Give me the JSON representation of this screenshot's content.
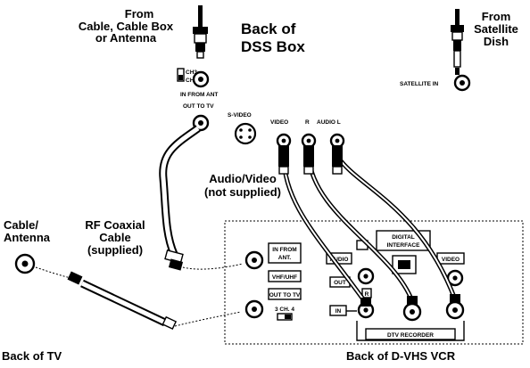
{
  "dss_box": {
    "title_line1": "Back of",
    "title_line2": "DSS Box",
    "from_cable_line1": "From",
    "from_cable_line2": "Cable, Cable Box",
    "from_cable_line3": "or Antenna",
    "from_satellite_line1": "From",
    "from_satellite_line2": "Satellite",
    "from_satellite_line3": "Dish",
    "switch_ch3": "CH3",
    "switch_ch4": "CH4",
    "in_from_ant": "IN FROM ANT",
    "out_to_tv": "OUT TO TV",
    "s_video": "S-VIDEO",
    "video": "VIDEO",
    "audio_r": "R",
    "audio_l": "AUDIO  L",
    "satellite_in": "SATELLITE IN"
  },
  "cables": {
    "av_line1": "Audio/Video",
    "av_line2": "(not supplied)",
    "rf_line1": "RF Coaxial",
    "rf_line2": "Cable",
    "rf_line3": "(supplied)",
    "cable_antenna_line1": "Cable/",
    "cable_antenna_line2": "Antenna"
  },
  "vcr": {
    "in_from_ant_line1": "IN FROM",
    "in_from_ant_line2": "ANT.",
    "vhf_uhf": "VHF/UHF",
    "out_to_tv": "OUT TO TV",
    "ch_label": "3  CH. 4",
    "digital_line1": "DIGITAL",
    "digital_line2": "INTERFACE",
    "audio": "AUDIO",
    "out": "OUT",
    "in": "IN",
    "r": "R",
    "video": "VIDEO",
    "dtv_recorder": "DTV RECORDER"
  },
  "captions": {
    "back_of_tv": "Back of TV",
    "back_of_vcr": "Back of D-VHS VCR"
  }
}
